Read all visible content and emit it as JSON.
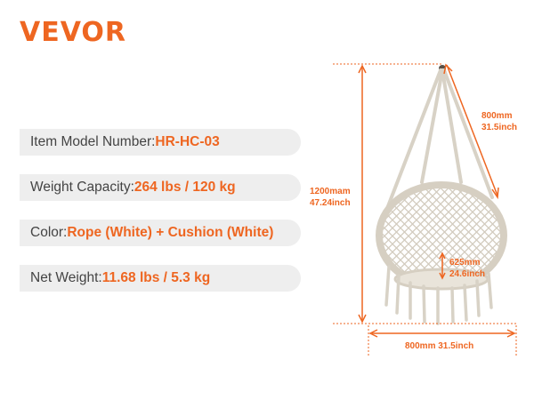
{
  "brand": {
    "logo_text": "VEVOR",
    "color": "#ee6621"
  },
  "specs": [
    {
      "label": "Item Model Number: ",
      "value": "HR-HC-03"
    },
    {
      "label": "Weight Capacity:",
      "value": "264 lbs / 120 kg"
    },
    {
      "label": "Color:",
      "value": "Rope (White) + Cushion (White)"
    },
    {
      "label": "Net Weight: ",
      "value": "11.68 lbs / 5.3 kg"
    }
  ],
  "dimensions": {
    "rope_mm": "800mm",
    "rope_inch": "31.5inch",
    "height_mm": "1200mam",
    "height_inch": "47.24inch",
    "seat_mm": "625mm",
    "seat_inch": "24.6inch",
    "width": "800mm 31.5inch"
  },
  "colors": {
    "accent": "#ee6621",
    "row_bg": "#eeeeee",
    "label_text": "#444444",
    "rope": "#d8d2c6"
  },
  "product_image": {
    "icon": "hanging-hammock-chair"
  }
}
